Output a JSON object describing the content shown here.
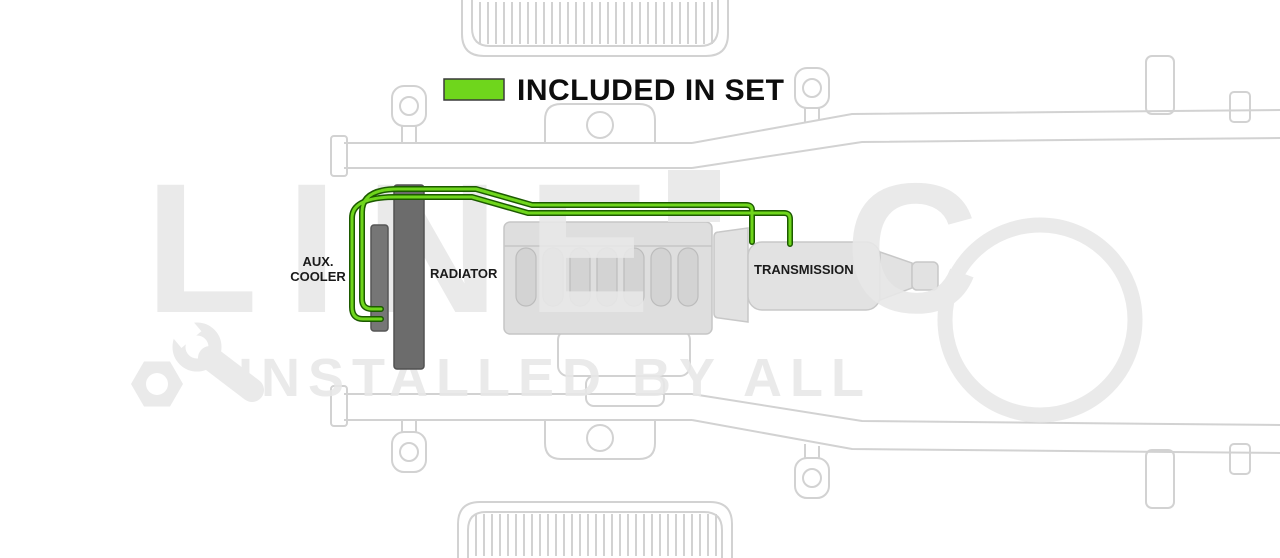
{
  "legend": {
    "label": "INCLUDED IN SET",
    "swatch_color": "#6fd61c"
  },
  "diagram": {
    "labels": {
      "aux_cooler_line1": "AUX.",
      "aux_cooler_line2": "COOLER",
      "radiator": "RADIATOR",
      "transmission": "TRANSMISSION"
    }
  },
  "watermark": {
    "brand_line": "LINE",
    "brand_c": "C",
    "tagline": "INSTALLED BY ALL"
  },
  "colors": {
    "highlight_green": "#6fd61c",
    "line_edge": "#1c5a00",
    "part_dark_gray": "#6c6c6c",
    "chassis_gray": "#d2d2d2",
    "watermark_gray": "#e8e8e8"
  }
}
